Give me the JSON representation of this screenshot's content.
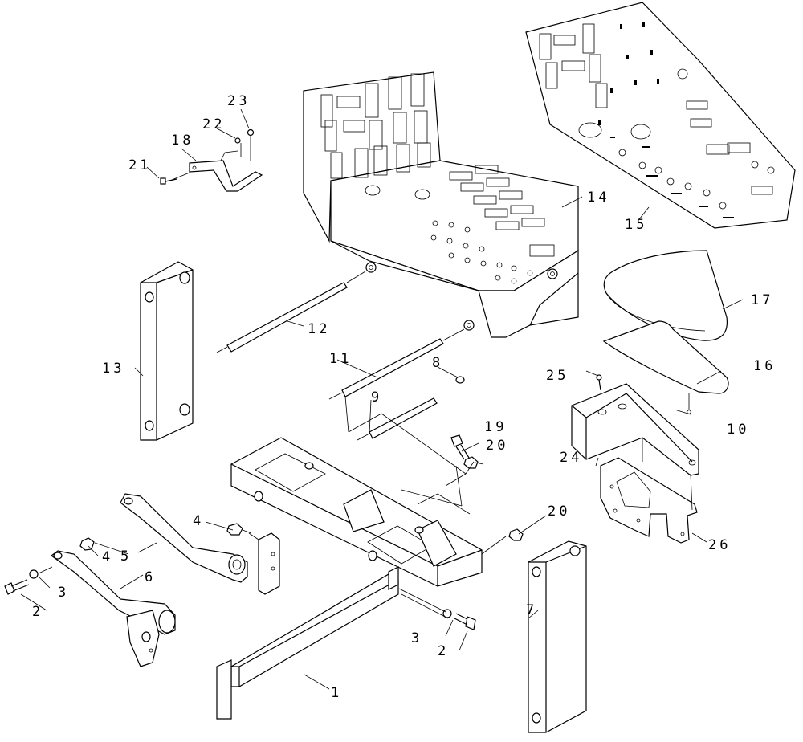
{
  "diagram": {
    "part_numbers": {
      "p1": "1",
      "p2a": "2",
      "p2b": "2",
      "p3a": "3",
      "p3b": "3",
      "p4a": "4",
      "p4b": "4",
      "p5": "5",
      "p6": "6",
      "p7": "7",
      "p8": "8",
      "p9": "9",
      "p10": "10",
      "p11": "11",
      "p12": "12",
      "p13": "13",
      "p14": "14",
      "p15": "15",
      "p16": "16",
      "p17": "17",
      "p18": "18",
      "p19": "19",
      "p20a": "20",
      "p20b": "20",
      "p21": "21",
      "p22": "22",
      "p23": "23",
      "p24": "24",
      "p25": "25",
      "p26": "26"
    }
  }
}
